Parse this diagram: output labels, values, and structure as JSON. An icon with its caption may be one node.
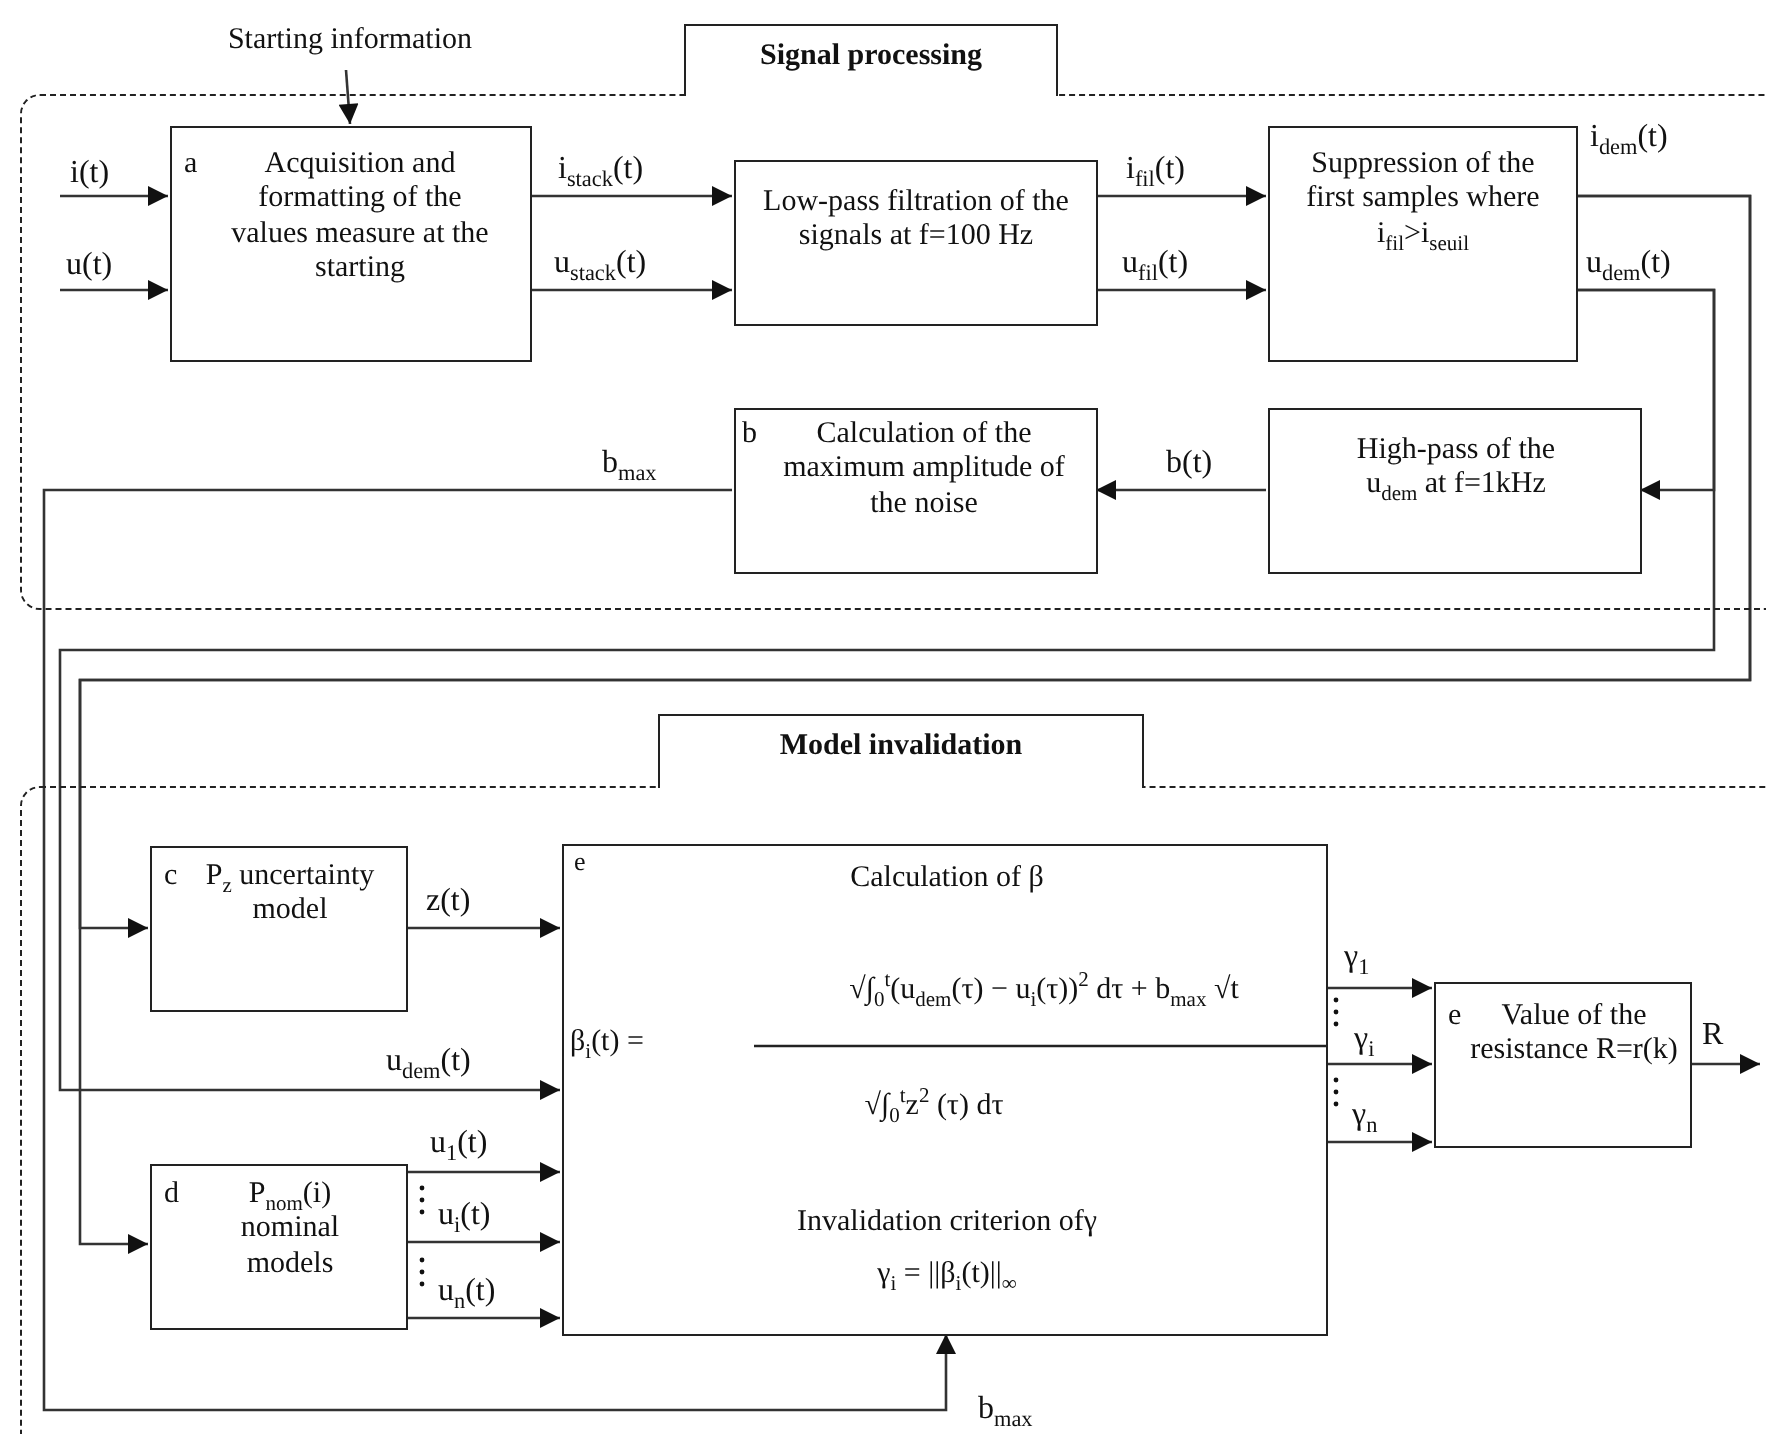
{
  "diagram": {
    "nodes": [
      {
        "text": [
          "Signal processing"
        ]
      },
      {
        "text": [
          "Starting information"
        ]
      },
      {
        "text": [
          "a",
          "Acquisition and formatting of the values measure at the starting"
        ],
        "in": 0
      },
      {
        "text": [
          "Low-pass filtration of the signals at f=100 Hz"
        ],
        "in": 0
      },
      {
        "text": [
          "Suppression of the first samples where i$_{fil}$>i$_{seuil}$"
        ],
        "in": 0
      },
      {
        "text": [
          "High-pass of the u$_{dem}$ at f=1kHz"
        ],
        "in": 0
      },
      {
        "text": [
          "b",
          "Calculation of the maximum amplitude of the noise"
        ],
        "in": 0
      },
      {
        "text": [
          "Model invalidation"
        ]
      },
      {
        "text": [
          "c",
          "P$_{z}$ uncertainty model"
        ],
        "in": 7
      },
      {
        "text": [
          "d",
          "P$_{nom}$(i) nominal models"
        ],
        "in": 7
      },
      {
        "text": [
          "e",
          "Calculation of β",
          "β$_{i}$(t) =",
          "√∫$_{0}$$^{t}$(u$_{dem}$(τ) − u$_{i}$(τ))$^{2}$ dτ + b$_{max}$ √t",
          "√∫$_{0}$$^{t}$z$^{2}$ (τ) dτ",
          "Invalidation criterion ofγ",
          "γ$_{i}$ = ||β$_{i}$(t)||$_{∞}$"
        ],
        "in": 7
      },
      {
        "text": [
          "e",
          "Value of the resistance R=r(k)"
        ],
        "in": 7
      }
    ],
    "edges": [
      {
        "from": null,
        "to": 2,
        "arrow": "to",
        "label": "i(t)"
      },
      {
        "from": null,
        "to": 2,
        "arrow": "to",
        "label": "u(t)"
      },
      {
        "from": 1,
        "to": 2,
        "arrow": "to"
      },
      {
        "from": 2,
        "to": 3,
        "arrow": "to",
        "label": "i$_{stack}$(t)"
      },
      {
        "from": 2,
        "to": 3,
        "arrow": "to",
        "label": "u$_{stack}$(t)"
      },
      {
        "from": 3,
        "to": 4,
        "arrow": "to",
        "label": "i$_{fil}$(t)"
      },
      {
        "from": 3,
        "to": 4,
        "arrow": "to",
        "label": "u$_{fil}$(t)"
      },
      {
        "from": 4,
        "to": 5,
        "arrow": "to",
        "label": "u$_{dem}$(t)"
      },
      {
        "from": 4,
        "to": 10,
        "arrow": "to",
        "label": "u$_{dem}$(t)"
      },
      {
        "from": 4,
        "to": 8,
        "arrow": "to",
        "label": "i$_{dem}$(t)"
      },
      {
        "from": 4,
        "to": 9,
        "arrow": "to"
      },
      {
        "from": 5,
        "to": 6,
        "arrow": "to",
        "label": "b(t)"
      },
      {
        "from": 6,
        "to": 10,
        "arrow": "to",
        "label": "b$_{max}$"
      },
      {
        "from": 8,
        "to": 10,
        "arrow": "to",
        "label": "z(t)"
      },
      {
        "from": 9,
        "to": 10,
        "arrow": "to",
        "label": "u$_{1}$(t)"
      },
      {
        "from": 9,
        "to": 10,
        "arrow": "to",
        "label": "u$_{i}$(t)"
      },
      {
        "from": 9,
        "to": 10,
        "arrow": "to",
        "label": "u$_{n}$(t)"
      },
      {
        "from": 10,
        "to": 11,
        "arrow": "to",
        "label": "γ$_{1}$"
      },
      {
        "from": 10,
        "to": 11,
        "arrow": "to",
        "label": "γ$_{i}$"
      },
      {
        "from": 10,
        "to": 11,
        "arrow": "to",
        "label": "γ$_{n}$"
      },
      {
        "from": 11,
        "to": null,
        "arrow": "to",
        "label": "R"
      }
    ],
    "labels": [
      "b$_{max}$"
    ]
  }
}
